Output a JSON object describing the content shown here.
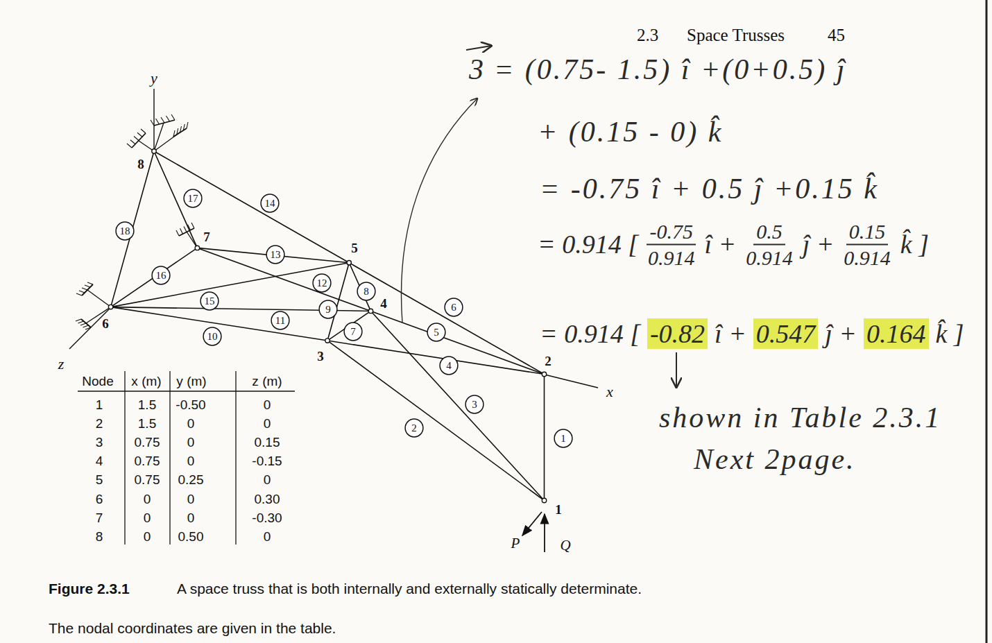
{
  "diagram": {
    "caption": "A space truss that is both internally and externally statically determinate.",
    "nodes": [
      {
        "text": [
          "1"
        ]
      },
      {
        "text": [
          "2"
        ]
      },
      {
        "text": [
          "3"
        ]
      },
      {
        "text": [
          "4"
        ]
      },
      {
        "text": [
          "5"
        ]
      },
      {
        "text": [
          "6"
        ]
      },
      {
        "text": [
          "7"
        ]
      },
      {
        "text": [
          "8"
        ]
      },
      {
        "text": [
          "9"
        ]
      },
      {
        "text": [
          "10"
        ]
      },
      {
        "text": [
          "11"
        ]
      },
      {
        "text": [
          "12"
        ]
      },
      {
        "text": [
          "13"
        ]
      },
      {
        "text": [
          "14"
        ]
      },
      {
        "text": [
          "15"
        ]
      },
      {
        "text": [
          "16"
        ]
      },
      {
        "text": [
          "17"
        ]
      },
      {
        "text": [
          "18"
        ]
      }
    ],
    "labels": [
      "2.3",
      "Space Trusses",
      "45",
      "y",
      "x",
      "z",
      "8",
      "7",
      "6",
      "5",
      "4",
      "3",
      "2",
      "1",
      "P",
      "Q",
      "Node",
      "x (m)",
      "y (m)",
      "z (m)",
      "1",
      "1.5",
      "-0.50",
      "0",
      "2",
      "1.5",
      "0",
      "0",
      "3",
      "0.75",
      "0",
      "0.15",
      "4",
      "0.75",
      "0",
      "-0.15",
      "5",
      "0.75",
      "0.25",
      "0",
      "6",
      "0",
      "0",
      "0.30",
      "7",
      "0",
      "0",
      "-0.30",
      "8",
      "0",
      "0.50",
      "0",
      "3",
      "= (0.75- 1.5) î +(0+0.5) ĵ",
      "+ (0.15 - 0) k̂",
      "= -0.75 î + 0.5 ĵ +0.15 k̂",
      "= 0.914 [",
      "-0.75",
      "0.914",
      "î +",
      "0.5",
      "0.914",
      "ĵ +",
      "0.15",
      "0.914",
      "k̂ ]",
      "= 0.914 [",
      "-0.82",
      "î +",
      "0.547",
      "ĵ +",
      "0.164",
      "k̂ ]",
      "shown in Table 2.3.1",
      "Next 2page.",
      "The nodal coordinates are given in the table.",
      "Figure 2.3.1"
    ]
  }
}
